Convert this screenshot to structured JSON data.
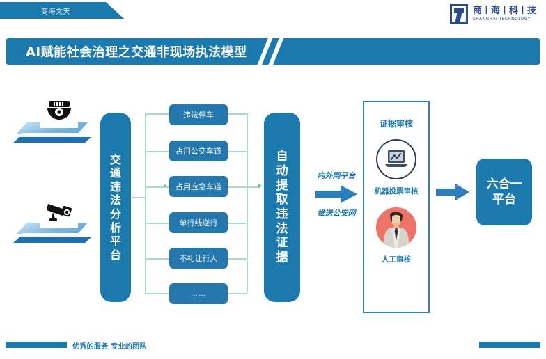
{
  "header": {
    "corner_tab_label": "商海文天",
    "brand_cn": "商丨海丨科丨技",
    "brand_en": "SHANGHAI TECHNOLOGY",
    "logo_icon": "shanghai-technology-logo-icon"
  },
  "title": {
    "text": "AI赋能社会治理之交通非现场执法模型",
    "banner_color": "#1c79ae"
  },
  "sources": [
    {
      "icon": "dome-camera-icon",
      "platform": "camera-slab"
    },
    {
      "icon": "bullet-camera-icon",
      "platform": "camera-slab"
    }
  ],
  "flow": {
    "analysis_platform": "交通违法分析平台",
    "violations": [
      {
        "label": "违法停车"
      },
      {
        "label": "占用公交车道"
      },
      {
        "label": "占用应急车道"
      },
      {
        "label": "单行线逆行"
      },
      {
        "label": "不礼让行人"
      },
      {
        "label": "……"
      }
    ],
    "extract_platform": "自动提取违法证据",
    "arrow_label_top": "内外网平台",
    "arrow_label_bottom": "推送公安网",
    "arrow_icon": "right-arrow-icon",
    "arrow2_icon": "right-arrow-icon"
  },
  "review": {
    "title": "证据审核",
    "machine": {
      "label": "机器投票审核",
      "icon": "laptop-chart-icon"
    },
    "manual": {
      "label": "人工审核",
      "icon": "person-avatar-icon"
    }
  },
  "final": {
    "label": "六合一平台"
  },
  "footer": {
    "text": "优秀的服务  专业的团队",
    "bar_color": "#1c79ae"
  },
  "colors": {
    "primary_blue": "#1c79ae",
    "box_blue": "#2478ad",
    "connector_green": "#a9dcc6",
    "avatar_red": "#ee7369",
    "logo_navy": "#2d4a8a"
  }
}
